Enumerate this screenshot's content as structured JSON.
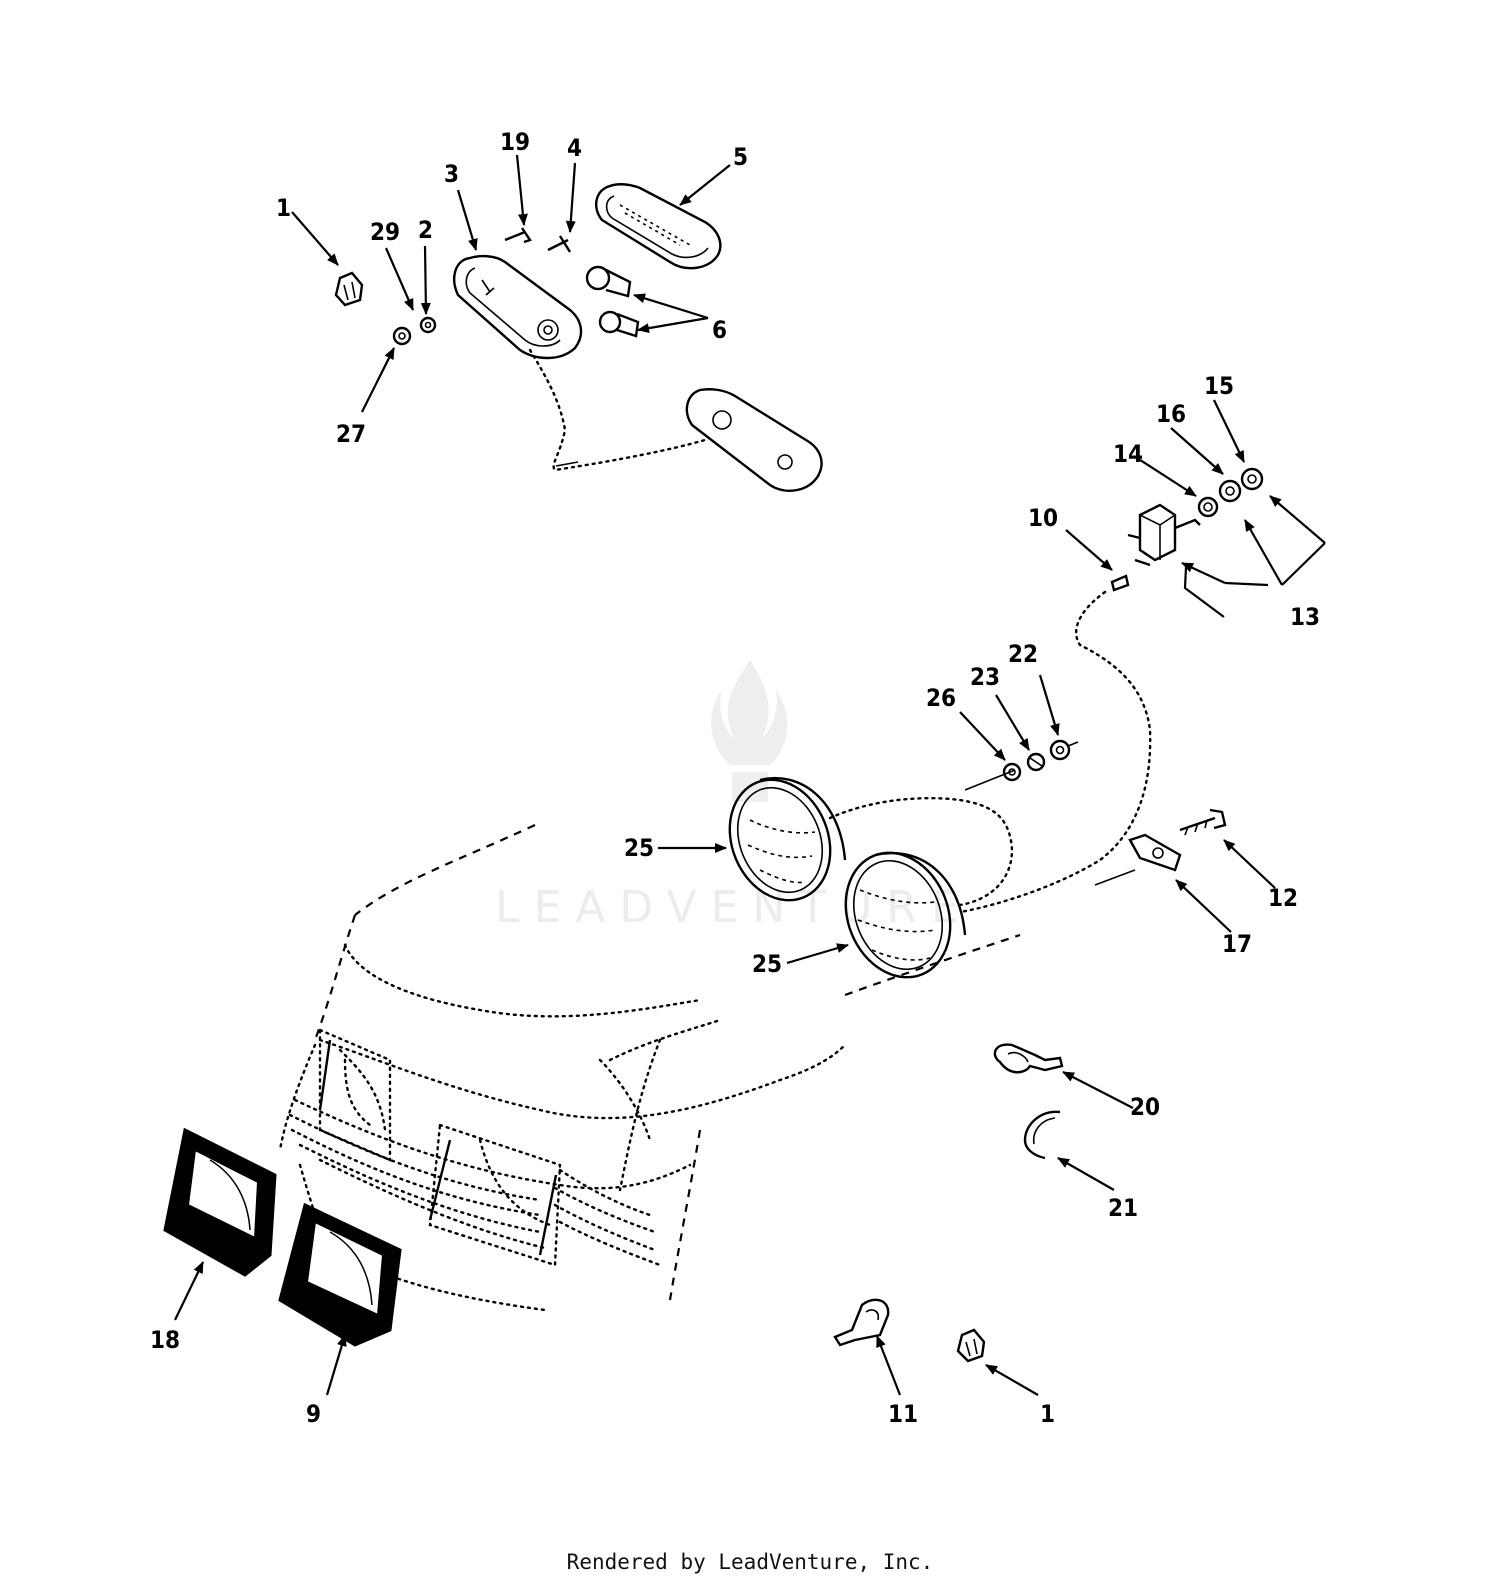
{
  "watermark": {
    "brand": "LEADVENTURE",
    "logo": "flame-torch-icon",
    "color": "#ececec"
  },
  "footer": {
    "credit": "Rendered by LeadVenture, Inc."
  },
  "callouts": {
    "c1_top": "1",
    "c29": "29",
    "c2": "2",
    "c3": "3",
    "c19": "19",
    "c4": "4",
    "c5": "5",
    "c6": "6",
    "c27": "27",
    "c15": "15",
    "c16": "16",
    "c14": "14",
    "c10": "10",
    "c13": "13",
    "c22": "22",
    "c23": "23",
    "c26": "26",
    "c25_upper": "25",
    "c25_lower": "25",
    "c12": "12",
    "c17": "17",
    "c20": "20",
    "c21": "21",
    "c18": "18",
    "c9": "9",
    "c11": "11",
    "c1_bottom": "1"
  }
}
